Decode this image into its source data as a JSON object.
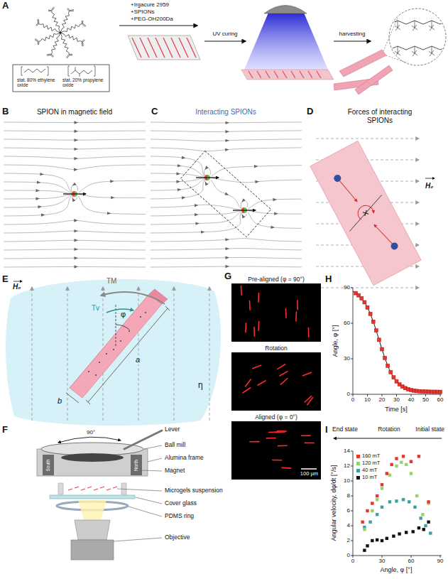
{
  "diagram": {
    "nodes": [
      {
        "text": [
          "Pre-aligned (φ = 90°)"
        ]
      },
      {
        "text": [
          "Rotation"
        ]
      },
      {
        "text": [
          "Aligned (φ = 0°)",
          "100 µm"
        ]
      }
    ],
    "labels": [
      "A",
      "stat. 80% ethylene oxide",
      "stat. 20% propylene oxide",
      "+Irgacure 2959",
      "+SPIONs",
      "+PEG-OH200Da",
      "UV curing",
      "harvesting",
      "B",
      "SPION in magnetic field",
      "C",
      "Interacting SPIONs",
      "D",
      "Forces of interacting SPIONs",
      "H₀",
      "E",
      "H₀",
      "TM",
      "Tv",
      "φ",
      "a",
      "b",
      "η",
      "F",
      "Lever",
      "Ball mill",
      "Alumina frame",
      "Magnet",
      "South",
      "North",
      "90°",
      "Microgels suspension",
      "Cover glass",
      "PDMS ring",
      "Objective",
      "G",
      "H",
      "Angle, φ [°]",
      "0",
      "30",
      "60",
      "90",
      "0",
      "10",
      "20",
      "30",
      "40",
      "50",
      "60",
      "Time [s]",
      "I",
      "End state",
      "Rotation",
      "Initial state",
      "Angular velocity, dφ/dt [°/s]",
      "0",
      "2",
      "4",
      "6",
      "8",
      "10",
      "12",
      "14",
      "0",
      "30",
      "60",
      "90",
      "Angle, φ [°]"
    ],
    "legend": [
      {
        "text": "160 mT",
        "color": "#e8352b"
      },
      {
        "text": "120 mT",
        "color": "#93d46b"
      },
      {
        "text": "40 mT",
        "color": "#3e9ea6"
      },
      {
        "text": "10 mT",
        "color": "#111111"
      }
    ]
  }
}
